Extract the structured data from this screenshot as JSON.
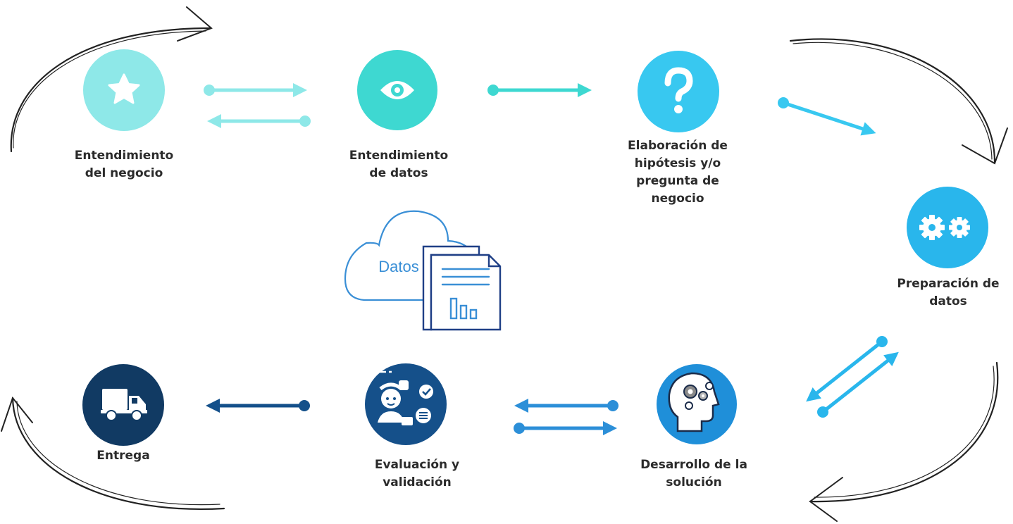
{
  "stages": [
    {
      "id": "negocio",
      "lines": [
        "Entendimiento",
        "del negocio"
      ],
      "color": "#8ee8e8",
      "icon": "star-icon"
    },
    {
      "id": "datos",
      "lines": [
        "Entendimiento",
        "de datos"
      ],
      "color": "#3ed8d1",
      "icon": "eye-icon"
    },
    {
      "id": "hipotesis",
      "lines": [
        "Elaboración de",
        "hipótesis y/o",
        "pregunta de",
        "negocio"
      ],
      "color": "#38c8f0",
      "icon": "question-icon"
    },
    {
      "id": "preparacion",
      "lines": [
        "Preparación de",
        "datos"
      ],
      "color": "#29b6ec",
      "icon": "gears-icon"
    },
    {
      "id": "desarrollo",
      "lines": [
        "Desarrollo de la",
        "solución"
      ],
      "color": "#1f8fd9",
      "icon": "head-gears-icon"
    },
    {
      "id": "evaluacion",
      "lines": [
        "Evaluación y",
        "validación"
      ],
      "color": "#15508a",
      "icon": "person-checklist-icon"
    },
    {
      "id": "entrega",
      "lines": [
        "Entrega"
      ],
      "color": "#113a63",
      "icon": "truck-icon"
    }
  ],
  "center": {
    "label": "Datos",
    "icon": "cloud-document-chart-icon",
    "color": "#3a8fd6",
    "dark": "#1f3f86"
  },
  "colors": {
    "sketch": "#222222"
  }
}
